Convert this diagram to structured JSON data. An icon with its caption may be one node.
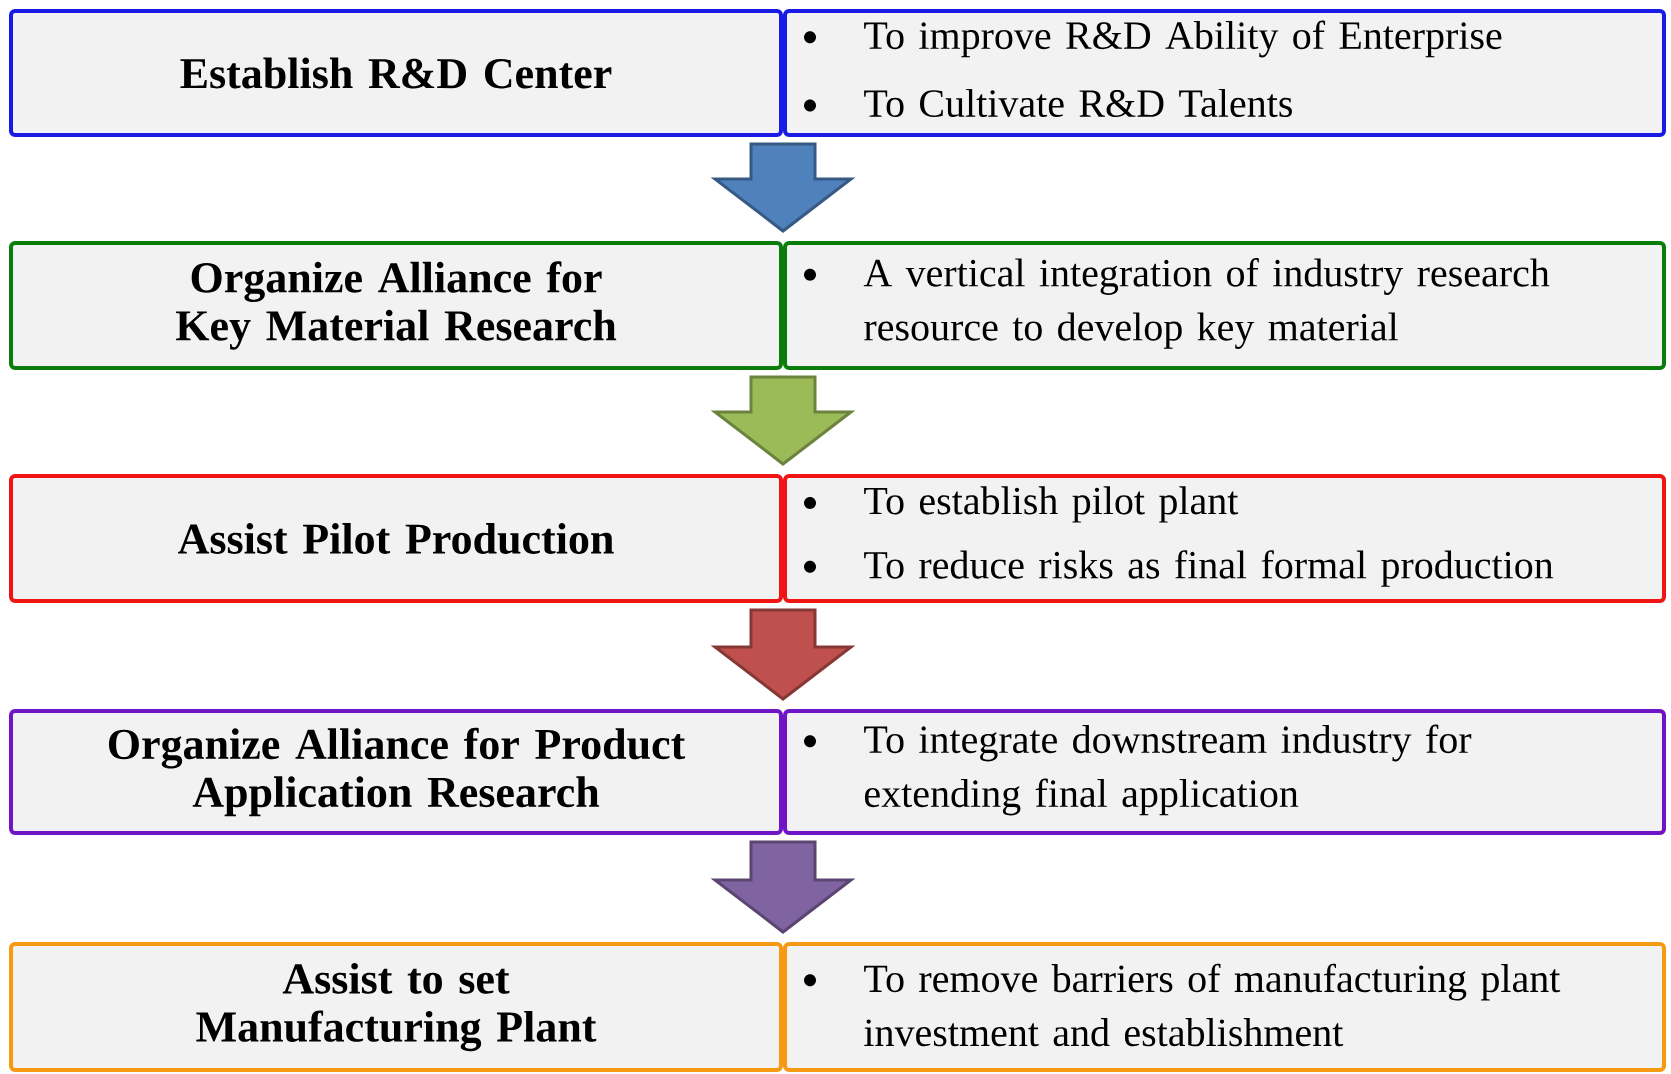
{
  "diagram": {
    "nodes": [
      {
        "text": [
          "Establish R&D Center"
        ]
      },
      {
        "text": [
          "To improve R&D Ability of Enterprise",
          "To Cultivate R&D Talents"
        ]
      },
      {
        "text": [
          "Organize Alliance for Key Material Research"
        ]
      },
      {
        "text": [
          "A vertical integration of industry research resource to develop key material"
        ]
      },
      {
        "text": [
          "Assist Pilot Production"
        ]
      },
      {
        "text": [
          "To establish pilot plant",
          "To reduce risks as final formal production"
        ]
      },
      {
        "text": [
          "Organize Alliance for Product Application Research"
        ]
      },
      {
        "text": [
          "To integrate downstream industry for extending final application"
        ]
      },
      {
        "text": [
          "Assist to set Manufacturing Plant"
        ]
      },
      {
        "text": [
          "To remove barriers of manufacturing plant investment and establishment"
        ]
      }
    ],
    "edges": [
      {
        "from": 0,
        "to": 2,
        "arrow": "to",
        "color": "#4f81bd"
      },
      {
        "from": 2,
        "to": 4,
        "arrow": "to",
        "color": "#9bbb59"
      },
      {
        "from": 4,
        "to": 6,
        "arrow": "to",
        "color": "#c0504d"
      },
      {
        "from": 6,
        "to": 8,
        "arrow": "to",
        "color": "#8064a2"
      }
    ]
  }
}
